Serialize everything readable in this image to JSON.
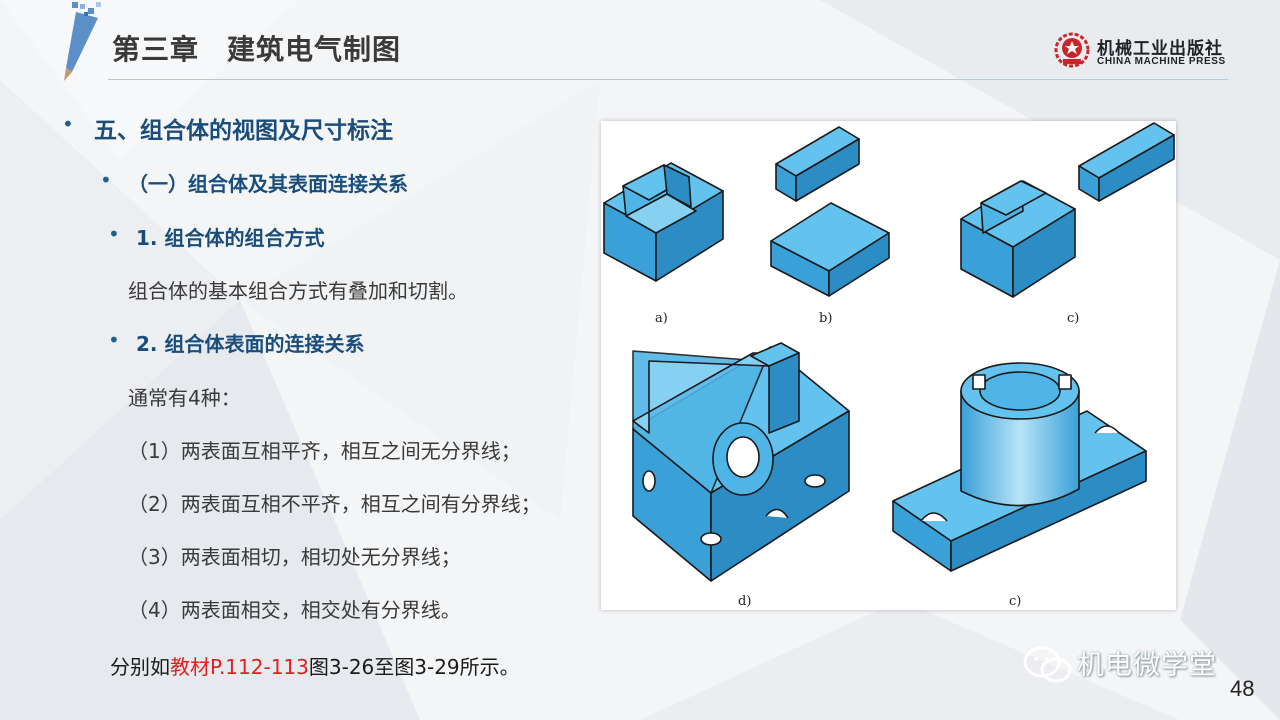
{
  "header": {
    "chapter": "第三章",
    "title": "建筑电气制图",
    "press_cn": "机械工业出版社",
    "press_en": "CHINA MACHINE PRESS"
  },
  "content": {
    "h1": "五、组合体的视图及尺寸标注",
    "h2": "（一）组合体及其表面连接关系",
    "h3": "1. 组合体的组合方式",
    "p1": "组合体的基本组合方式有叠加和切割。",
    "h4": "2. 组合体表面的连接关系",
    "p2": "通常有4种：",
    "items": [
      "（1）两表面互相平齐，相互之间无分界线；",
      "（2）两表面互相不平齐，相互之间有分界线；",
      "（3）两表面相切，相切处无分界线；",
      "（4）两表面相交，相交处有分界线。"
    ],
    "ref_prefix": "分别如",
    "ref_red": "教材P.112-113",
    "ref_suffix": "图3-26至图3-29所示。"
  },
  "figure": {
    "labels": [
      "a)",
      "b)",
      "c)",
      "d)",
      "c)"
    ],
    "fill_color": "#4fb4e6",
    "icons": [
      "l-block-icon",
      "rect-block-icon",
      "bracket-part-icon",
      "cylinder-base-icon"
    ]
  },
  "watermark": {
    "text": "机电微学堂",
    "icon": "wechat-icon"
  },
  "page_number": "48",
  "colors": {
    "heading": "#1a4d7a",
    "accent_red": "#e02020",
    "text": "#3a3a3a"
  }
}
